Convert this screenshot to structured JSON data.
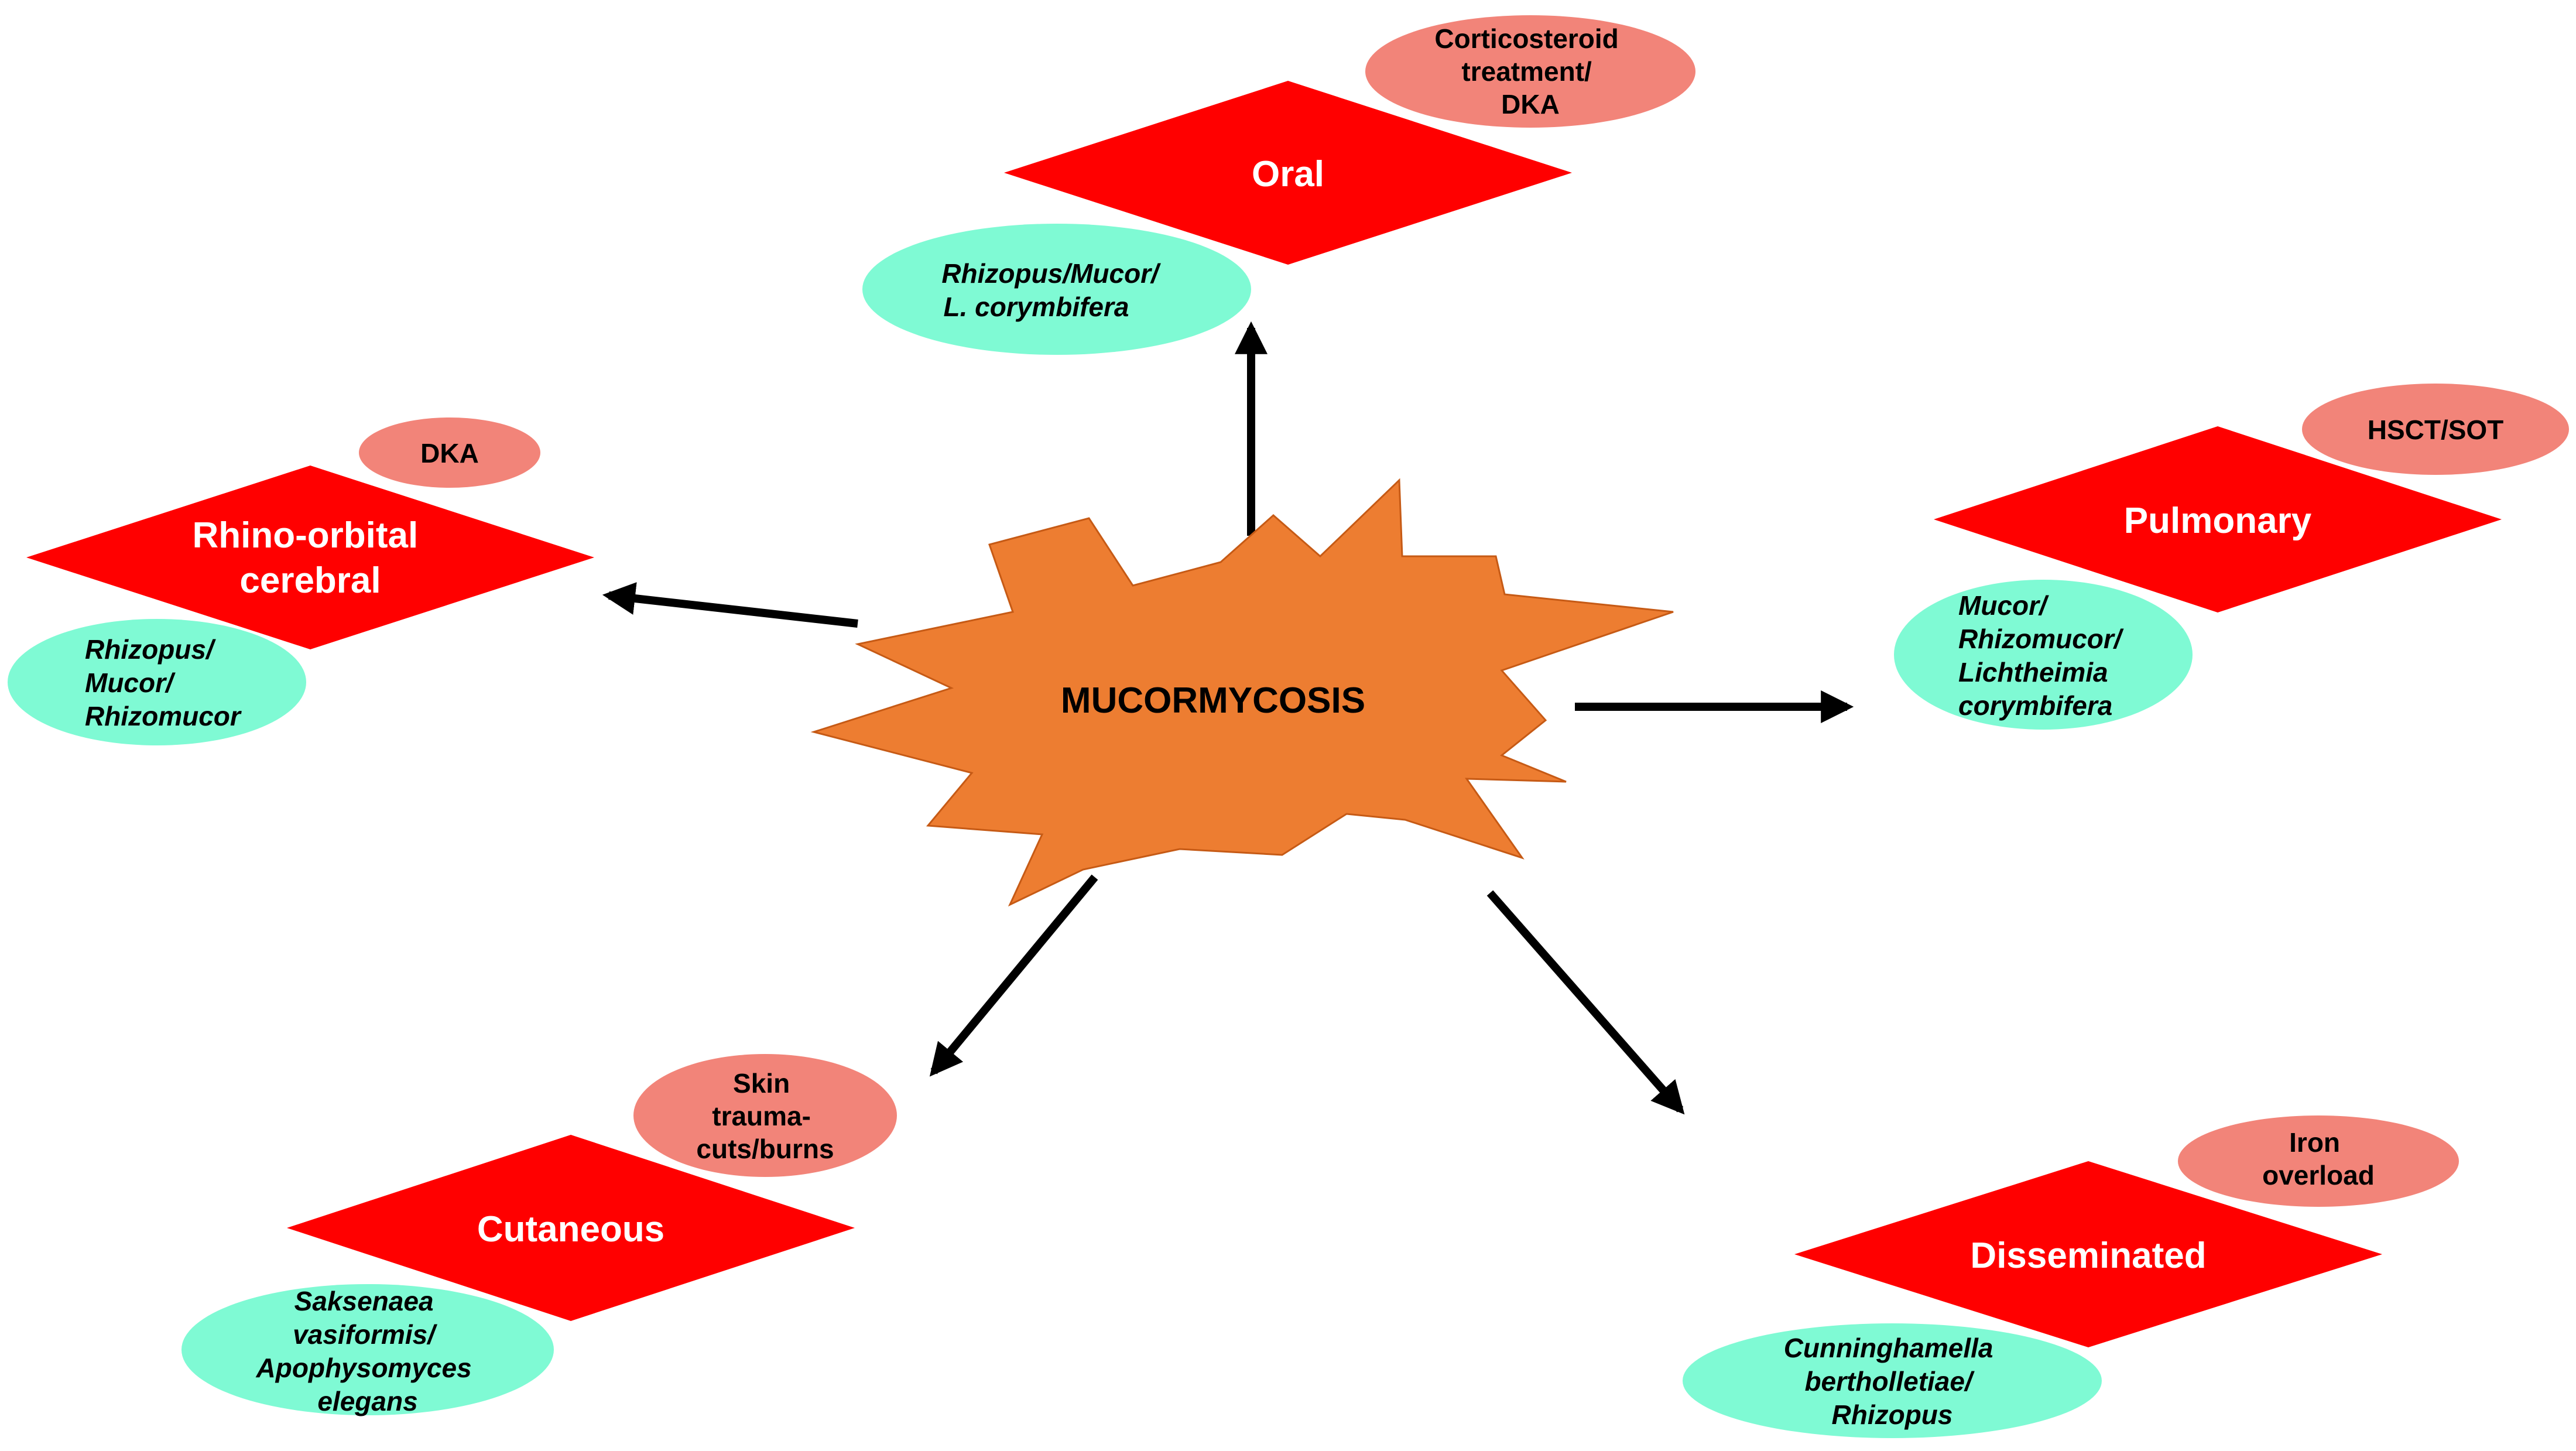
{
  "center": {
    "label": "MUCORMYCOSIS",
    "color": "#ED7D31"
  },
  "colors": {
    "diamond": "#FF0000",
    "risk_ellipse": "#F28479",
    "species_ellipse": "#7FFAD4",
    "arrow": "#000000"
  },
  "forms": [
    {
      "id": "oral",
      "name": "Oral",
      "risk_factor": [
        "Corticosteroid",
        "treatment/",
        "DKA"
      ],
      "organisms": [
        "Rhizopus/Mucor/",
        "L. corymbifera"
      ]
    },
    {
      "id": "rhino",
      "name": [
        "Rhino-orbital",
        "cerebral"
      ],
      "risk_factor": [
        "DKA"
      ],
      "organisms": [
        "Rhizopus/",
        "Mucor/",
        "Rhizomucor"
      ]
    },
    {
      "id": "pulmonary",
      "name": "Pulmonary",
      "risk_factor": [
        "HSCT/SOT"
      ],
      "organisms": [
        "Mucor/",
        "Rhizomucor/",
        "Lichtheimia",
        "corymbifera"
      ]
    },
    {
      "id": "cutaneous",
      "name": "Cutaneous",
      "risk_factor": [
        "Skin",
        "trauma-",
        "cuts/burns"
      ],
      "organisms": [
        "Saksenaea",
        "vasiformis/",
        "Apophysomyces",
        "elegans"
      ]
    },
    {
      "id": "disseminated",
      "name": "Disseminated",
      "risk_factor": [
        "Iron",
        "overload"
      ],
      "organisms": [
        "Cunninghamella",
        "bertholletiae/",
        "Rhizopus"
      ]
    }
  ]
}
